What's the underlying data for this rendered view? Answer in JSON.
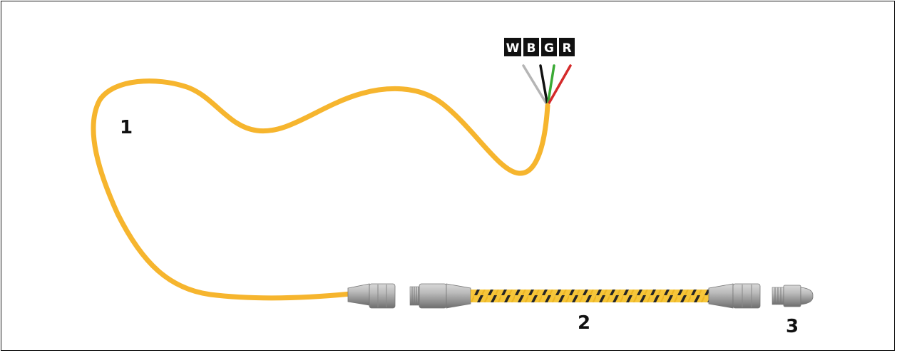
{
  "diagram": {
    "callouts": {
      "cable": "1",
      "extension": "2",
      "terminator": "3"
    },
    "wire_labels": [
      "W",
      "B",
      "G",
      "R"
    ],
    "colors": {
      "cable_jacket": "#f6b52e",
      "wire_white": "#b5b5b5",
      "wire_black": "#111111",
      "wire_green": "#3aaa35",
      "wire_red": "#d42a2a",
      "connector_metal": "#a9a9a9",
      "twist_dark": "#2a2a2a"
    }
  }
}
